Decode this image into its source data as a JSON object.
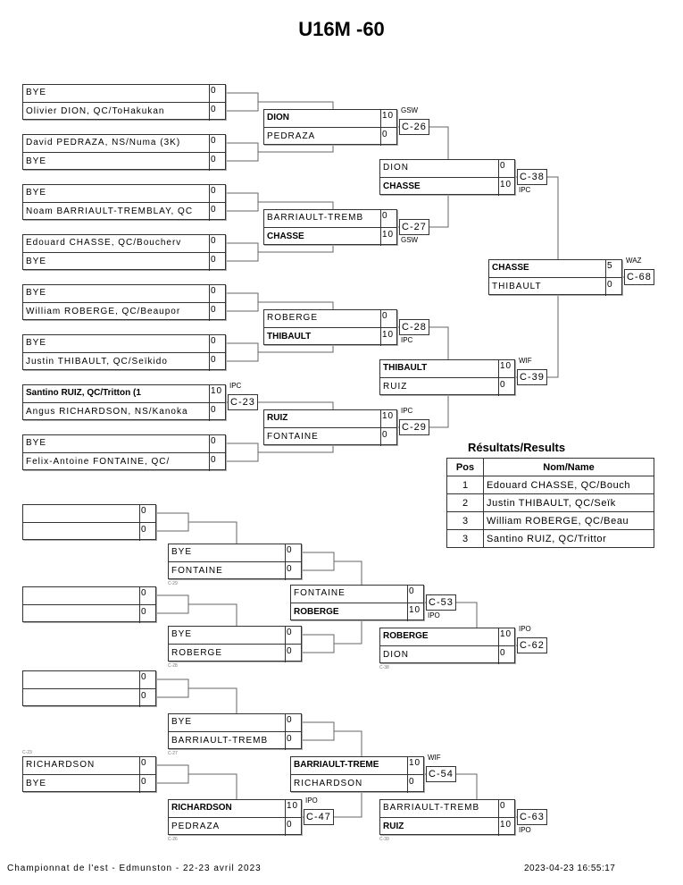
{
  "title": "U16M -60",
  "footer": {
    "event": "Championnat de l'est - Edmunston - 22-23 avril 2023",
    "timestamp": "2023-04-23 16:55:17"
  },
  "main_bracket": {
    "rounds": [
      [
        {
          "p1": {
            "name": "BYE",
            "score": "0"
          },
          "p2": {
            "name": "Olivier DION, QC/ToHakukan",
            "score": "0"
          },
          "winner": null
        },
        {
          "p1": {
            "name": "David PEDRAZA, NS/Numa (3K)",
            "score": "0"
          },
          "p2": {
            "name": "BYE",
            "score": "0"
          },
          "winner": null
        },
        {
          "p1": {
            "name": "BYE",
            "score": "0"
          },
          "p2": {
            "name": "Noam BARRIAULT-TREMBLAY, QC",
            "score": "0"
          },
          "winner": null
        },
        {
          "p1": {
            "name": "Edouard CHASSE, QC/Boucherv",
            "score": "0"
          },
          "p2": {
            "name": "BYE",
            "score": "0"
          },
          "winner": null
        },
        {
          "p1": {
            "name": "BYE",
            "score": "0"
          },
          "p2": {
            "name": "William ROBERGE, QC/Beaupor",
            "score": "0"
          },
          "winner": null
        },
        {
          "p1": {
            "name": "BYE",
            "score": "0"
          },
          "p2": {
            "name": "Justin THIBAULT, QC/Seïkido",
            "score": "0"
          },
          "winner": null
        },
        {
          "p1": {
            "name": "Santino RUIZ, QC/Tritton (1",
            "score": "10"
          },
          "p2": {
            "name": "Angus RICHARDSON, NS/Kanoka",
            "score": "0"
          },
          "winner": 1,
          "code": "C-23",
          "note": "IPC"
        },
        {
          "p1": {
            "name": "BYE",
            "score": "0"
          },
          "p2": {
            "name": "Felix-Antoine FONTAINE, QC/",
            "score": "0"
          },
          "winner": null
        }
      ],
      [
        {
          "p1": {
            "name": "DION",
            "score": "10"
          },
          "p2": {
            "name": "PEDRAZA",
            "score": "0"
          },
          "winner": 1,
          "code": "C-26",
          "note": "GSW"
        },
        {
          "p1": {
            "name": "BARRIAULT-TREMB",
            "score": "0"
          },
          "p2": {
            "name": "CHASSE",
            "score": "10"
          },
          "winner": 2,
          "code": "C-27",
          "note": "GSW"
        },
        {
          "p1": {
            "name": "ROBERGE",
            "score": "0"
          },
          "p2": {
            "name": "THIBAULT",
            "score": "10"
          },
          "winner": 2,
          "code": "C-28",
          "note": "IPC"
        },
        {
          "p1": {
            "name": "RUIZ",
            "score": "10"
          },
          "p2": {
            "name": "FONTAINE",
            "score": "0"
          },
          "winner": 1,
          "code": "C-29",
          "note": "IPC"
        }
      ],
      [
        {
          "p1": {
            "name": "DION",
            "score": "0"
          },
          "p2": {
            "name": "CHASSE",
            "score": "10"
          },
          "winner": 2,
          "code": "C-38",
          "note": "IPC"
        },
        {
          "p1": {
            "name": "THIBAULT",
            "score": "10"
          },
          "p2": {
            "name": "RUIZ",
            "score": "0"
          },
          "winner": 1,
          "code": "C-39",
          "note": "WIF"
        }
      ],
      [
        {
          "p1": {
            "name": "CHASSE",
            "score": "5"
          },
          "p2": {
            "name": "THIBAULT",
            "score": "0"
          },
          "winner": 1,
          "code": "C-68",
          "note": "WAZ"
        }
      ]
    ]
  },
  "repechage": {
    "rounds": [
      [
        {
          "p1": {
            "name": "",
            "score": "0"
          },
          "p2": {
            "name": "",
            "score": "0"
          },
          "winner": null
        },
        {
          "p1": {
            "name": "",
            "score": "0"
          },
          "p2": {
            "name": "",
            "score": "0"
          },
          "winner": null
        },
        {
          "p1": {
            "name": "",
            "score": "0"
          },
          "p2": {
            "name": "",
            "score": "0"
          },
          "winner": null
        },
        {
          "p1": {
            "name": "RICHARDSON",
            "score": "0"
          },
          "p2": {
            "name": "BYE",
            "score": "0"
          },
          "winner": null,
          "from_label": "C-23"
        }
      ],
      [
        {
          "p1": {
            "name": "BYE",
            "score": "0"
          },
          "p2": {
            "name": "FONTAINE",
            "score": "0"
          },
          "winner": null,
          "from_label": "C-29"
        },
        {
          "p1": {
            "name": "BYE",
            "score": "0"
          },
          "p2": {
            "name": "ROBERGE",
            "score": "0"
          },
          "winner": null,
          "from_label": "C-28"
        },
        {
          "p1": {
            "name": "BYE",
            "score": "0"
          },
          "p2": {
            "name": "BARRIAULT-TREMB",
            "score": "0"
          },
          "winner": null,
          "from_label": "C-27"
        },
        {
          "p1": {
            "name": "RICHARDSON",
            "score": "10"
          },
          "p2": {
            "name": "PEDRAZA",
            "score": "0"
          },
          "winner": 1,
          "code": "C-47",
          "note": "IPO",
          "from_label": "C-26"
        }
      ],
      [
        {
          "p1": {
            "name": "FONTAINE",
            "score": "0"
          },
          "p2": {
            "name": "ROBERGE",
            "score": "10"
          },
          "winner": 2,
          "code": "C-53",
          "note": "IPO"
        },
        {
          "p1": {
            "name": "BARRIAULT-TREME",
            "score": "10"
          },
          "p2": {
            "name": "RICHARDSON",
            "score": "0"
          },
          "winner": 1,
          "code": "C-54",
          "note": "WIF"
        }
      ],
      [
        {
          "p1": {
            "name": "ROBERGE",
            "score": "10"
          },
          "p2": {
            "name": "DION",
            "score": "0"
          },
          "winner": 1,
          "code": "C-62",
          "note": "IPO",
          "from_label": "C-38"
        },
        {
          "p1": {
            "name": "BARRIAULT-TREMB",
            "score": "0"
          },
          "p2": {
            "name": "RUIZ",
            "score": "10"
          },
          "winner": 2,
          "code": "C-63",
          "note": "IPO",
          "from_label": "C-39"
        }
      ]
    ]
  },
  "results": {
    "title": "Résultats/Results",
    "headers": {
      "pos": "Pos",
      "name": "Nom/Name"
    },
    "rows": [
      {
        "pos": "1",
        "name": "Edouard CHASSE, QC/Bouch"
      },
      {
        "pos": "2",
        "name": "Justin THIBAULT, QC/Seïk"
      },
      {
        "pos": "3",
        "name": "William ROBERGE, QC/Beau"
      },
      {
        "pos": "3",
        "name": "Santino RUIZ, QC/Trittor"
      }
    ]
  },
  "colors": {
    "line": "#666666",
    "border": "#333333"
  }
}
